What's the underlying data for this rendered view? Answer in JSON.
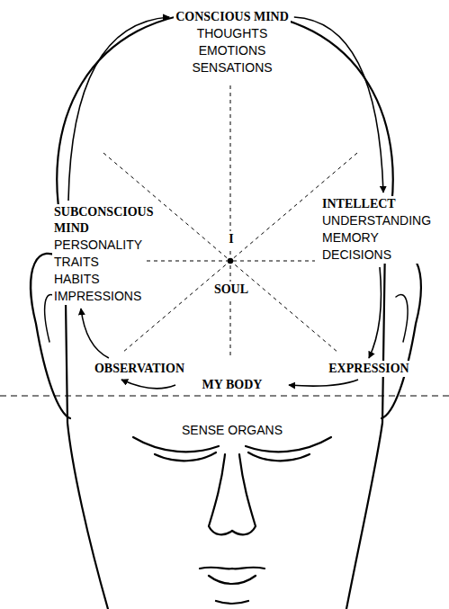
{
  "diagram": {
    "nodes": [
      {
        "text": [
          "CONSCIOUS MIND",
          "THOUGHTS EMOTIONS SENSATIONS"
        ]
      },
      {
        "text": [
          "INTELLECT",
          "UNDERSTANDING MEMORY DECISIONS"
        ]
      },
      {
        "text": [
          "EXPRESSION"
        ]
      },
      {
        "text": [
          "MY BODY",
          "SENSE ORGANS"
        ]
      },
      {
        "text": [
          "OBSERVATION"
        ]
      },
      {
        "text": [
          "SUBCONSCIOUS MIND",
          "PERSONALITY TRAITS HABITS IMPRESSIONS"
        ]
      }
    ],
    "edges": [
      {
        "from": 0,
        "to": 1,
        "arrow": "to"
      },
      {
        "from": 1,
        "to": 2,
        "arrow": "to"
      },
      {
        "from": 2,
        "to": 3,
        "arrow": "to"
      },
      {
        "from": 3,
        "to": 4,
        "arrow": "to"
      },
      {
        "from": 4,
        "to": 5,
        "arrow": "to"
      },
      {
        "from": 5,
        "to": 0,
        "arrow": "to"
      }
    ],
    "labels": [
      "I",
      "SOUL"
    ]
  }
}
